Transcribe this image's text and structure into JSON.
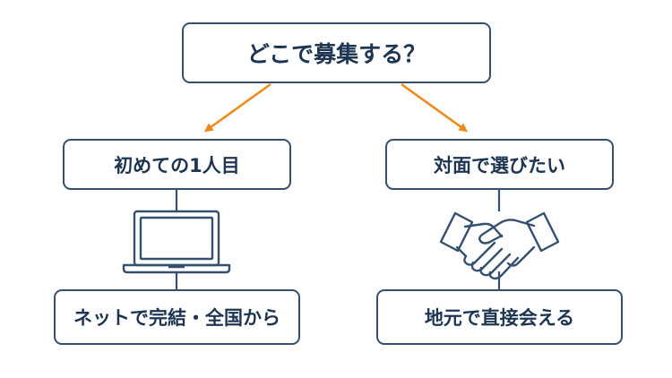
{
  "diagram": {
    "root": "どこで募集する？",
    "left": {
      "label": "初めての1人目",
      "icon": "laptop-icon",
      "detail": "ネットで完結・全国から"
    },
    "right": {
      "label": "対面で選びたい",
      "icon": "handshake-icon",
      "detail": "地元で直接会える"
    }
  },
  "colors": {
    "box_border": "#34506e",
    "text": "#1e3552",
    "arrow": "#f08a1c",
    "icon_stroke": "#34506e"
  }
}
